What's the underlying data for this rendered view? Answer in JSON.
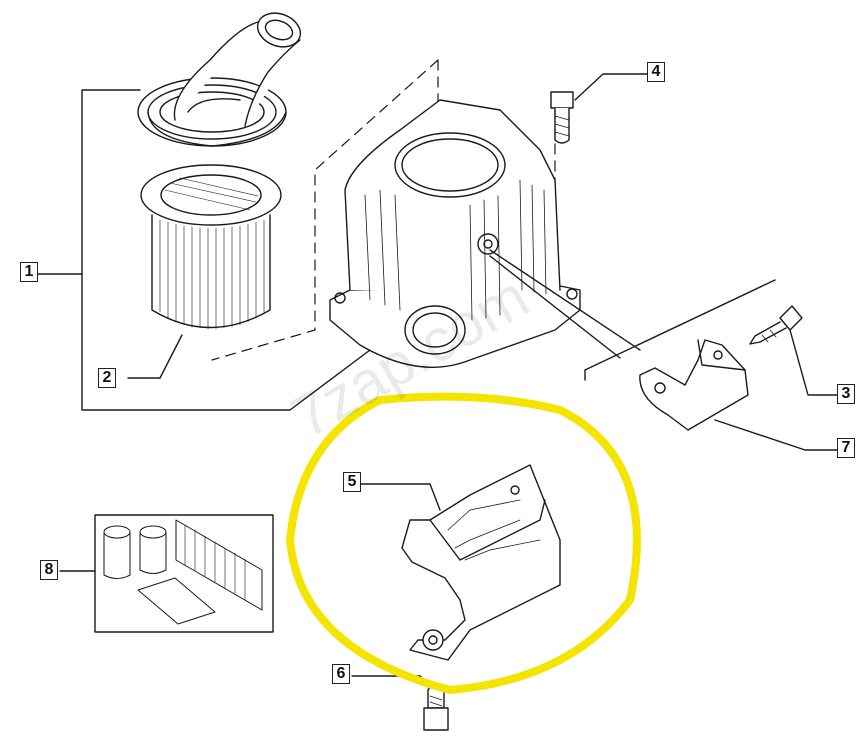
{
  "callouts": [
    {
      "id": "1",
      "label": "1"
    },
    {
      "id": "2",
      "label": "2"
    },
    {
      "id": "3",
      "label": "3"
    },
    {
      "id": "4",
      "label": "4"
    },
    {
      "id": "5",
      "label": "5"
    },
    {
      "id": "6",
      "label": "6"
    },
    {
      "id": "7",
      "label": "7"
    },
    {
      "id": "8",
      "label": "8"
    }
  ],
  "watermark": "7zap.com",
  "colors": {
    "line": "#1a1a1a",
    "highlight": "#f4e400",
    "background": "#ffffff"
  }
}
